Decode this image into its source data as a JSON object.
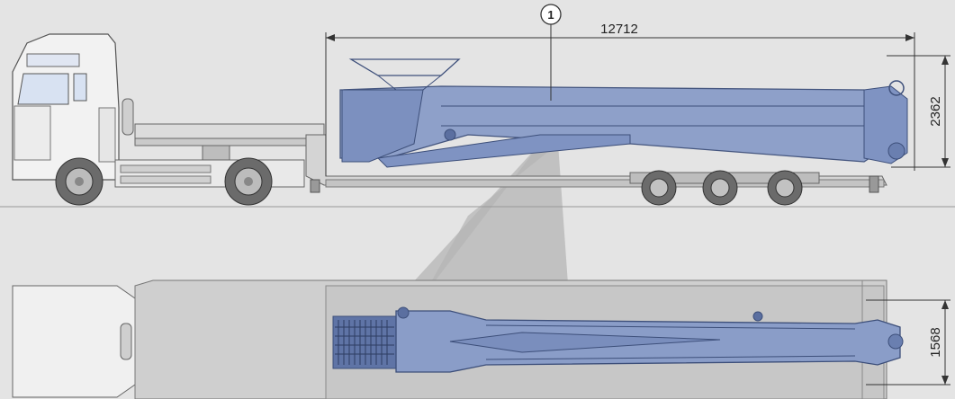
{
  "colors": {
    "background": "#e4e4e4",
    "boom_fill": "#8a9dc8",
    "boom_stroke": "#3d4f7a",
    "truck_fill": "#f2f2f2",
    "truck_stroke": "#555555",
    "trailer_fill": "#d6d6d6",
    "shadow": "#b9b9b9"
  },
  "dimensions": {
    "length": "12712",
    "height": "2362",
    "width": "1568"
  },
  "callouts": [
    {
      "label": "1"
    }
  ]
}
